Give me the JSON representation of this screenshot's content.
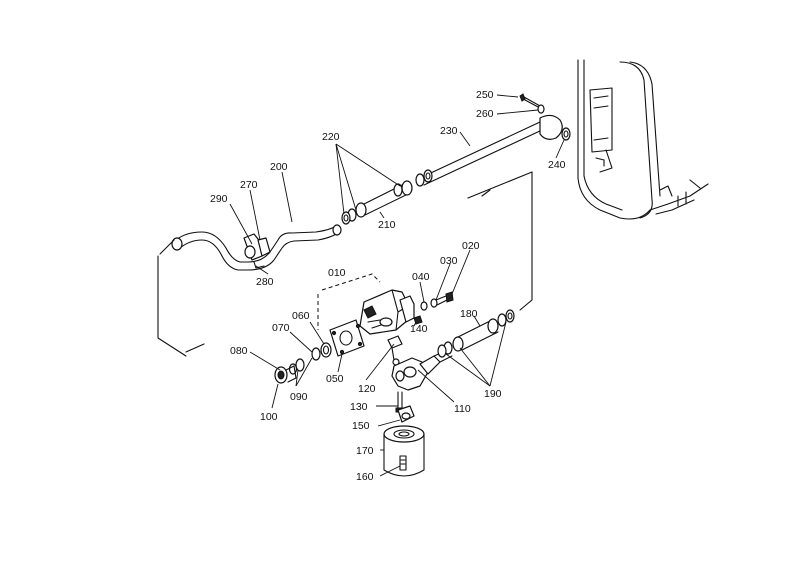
{
  "diagram": {
    "part_labels": [
      {
        "id": "p250",
        "text": "250"
      },
      {
        "id": "p260",
        "text": "260"
      },
      {
        "id": "p230",
        "text": "230"
      },
      {
        "id": "p240",
        "text": "240"
      },
      {
        "id": "p220",
        "text": "220"
      },
      {
        "id": "p200",
        "text": "200"
      },
      {
        "id": "p270",
        "text": "270"
      },
      {
        "id": "p290",
        "text": "290"
      },
      {
        "id": "p210",
        "text": "210"
      },
      {
        "id": "p280",
        "text": "280"
      },
      {
        "id": "p010",
        "text": "010"
      },
      {
        "id": "p020",
        "text": "020"
      },
      {
        "id": "p030",
        "text": "030"
      },
      {
        "id": "p040",
        "text": "040"
      },
      {
        "id": "p060",
        "text": "060"
      },
      {
        "id": "p070",
        "text": "070"
      },
      {
        "id": "p140",
        "text": "140"
      },
      {
        "id": "p180",
        "text": "180"
      },
      {
        "id": "p080",
        "text": "080"
      },
      {
        "id": "p050",
        "text": "050"
      },
      {
        "id": "p120",
        "text": "120"
      },
      {
        "id": "p090",
        "text": "090"
      },
      {
        "id": "p190",
        "text": "190"
      },
      {
        "id": "p110",
        "text": "110"
      },
      {
        "id": "p100",
        "text": "100"
      },
      {
        "id": "p130",
        "text": "130"
      },
      {
        "id": "p150",
        "text": "150"
      },
      {
        "id": "p170",
        "text": "170"
      },
      {
        "id": "p160",
        "text": "160"
      }
    ]
  }
}
